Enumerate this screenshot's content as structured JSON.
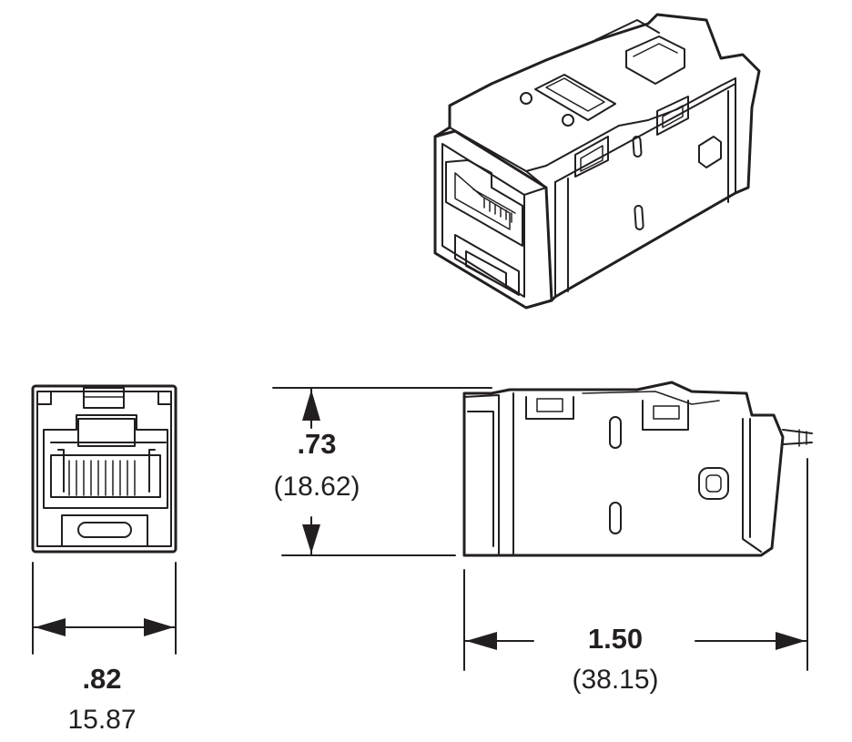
{
  "dimensions": {
    "width": {
      "inches": ".82",
      "mm": "15.87"
    },
    "height": {
      "inches": ".73",
      "mm": "(18.62)"
    },
    "length": {
      "inches": "1.50",
      "mm": "(38.15)"
    }
  },
  "colors": {
    "ink": "#231f20",
    "background": "#ffffff"
  }
}
